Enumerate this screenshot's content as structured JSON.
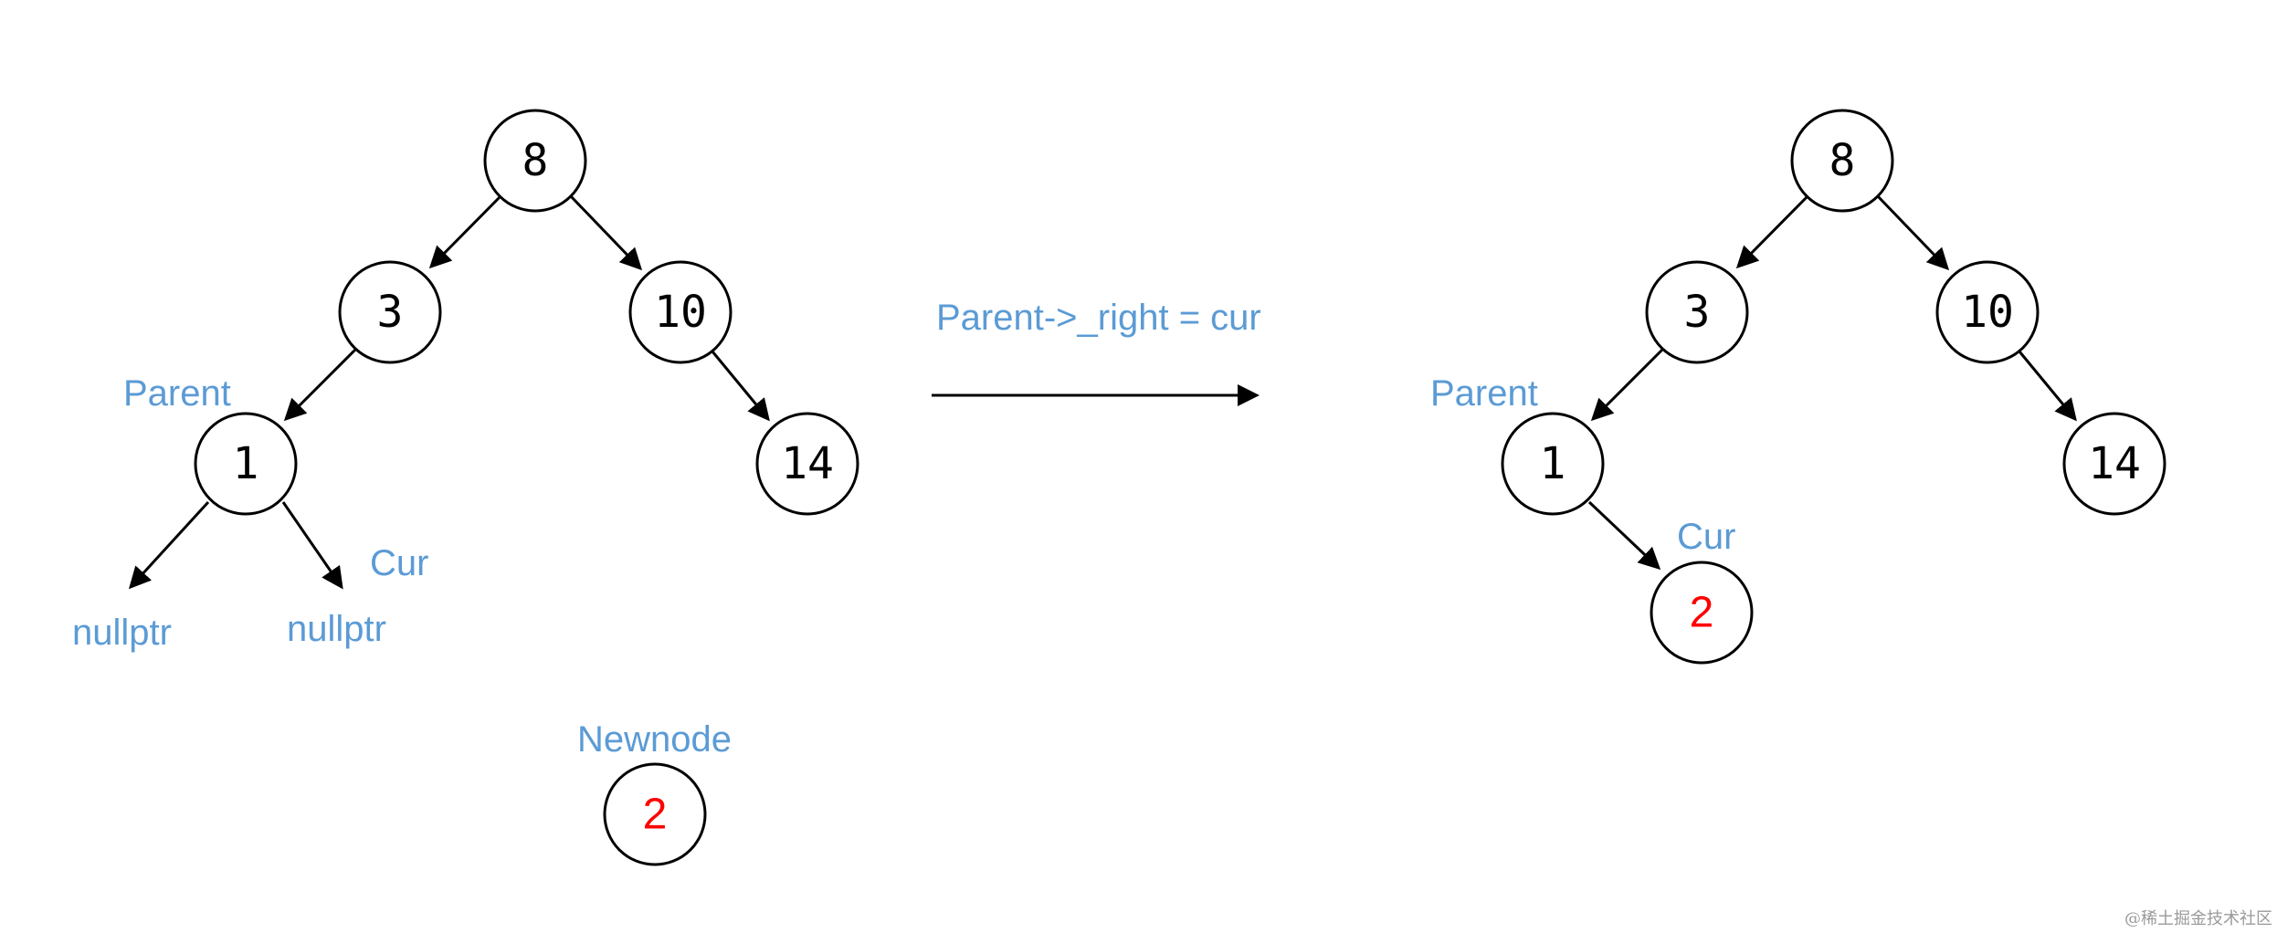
{
  "left_tree": {
    "nodes": {
      "root": "8",
      "left": "3",
      "right": "10",
      "left_left": "1",
      "right_right": "14"
    },
    "labels": {
      "parent": "Parent",
      "cur": "Cur",
      "null_left": "nullptr",
      "null_right": "nullptr"
    }
  },
  "new_node": {
    "label": "Newnode",
    "value": "2"
  },
  "transition": {
    "caption": "Parent->_right = cur"
  },
  "right_tree": {
    "nodes": {
      "root": "8",
      "left": "3",
      "right": "10",
      "left_left": "1",
      "right_right": "14",
      "inserted": "2"
    },
    "labels": {
      "parent": "Parent",
      "cur": "Cur"
    }
  },
  "watermark": "@稀土掘金技术社区",
  "colors": {
    "label": "#5b9bd5",
    "new_node_value": "#ff0000",
    "stroke": "#000000"
  }
}
